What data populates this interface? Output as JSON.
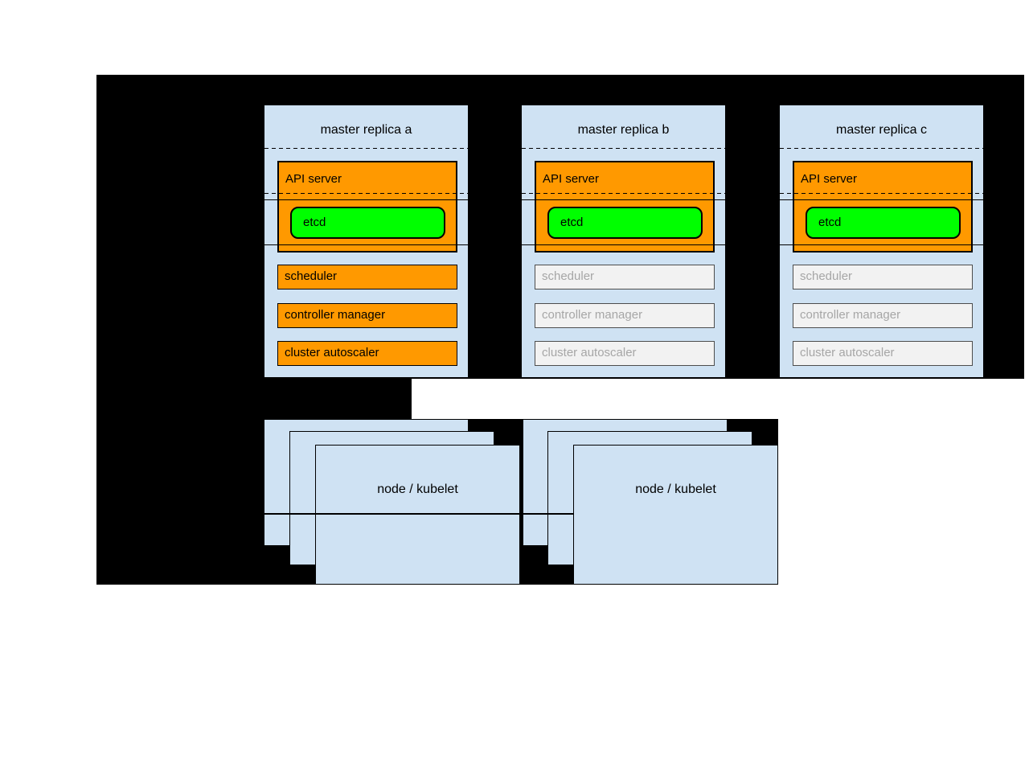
{
  "masters": [
    {
      "title": "master replica a",
      "api_server": "API server",
      "etcd": "etcd",
      "scheduler": "scheduler",
      "controller_manager": "controller manager",
      "cluster_autoscaler": "cluster autoscaler",
      "active": true
    },
    {
      "title": "master replica b",
      "api_server": "API server",
      "etcd": "etcd",
      "scheduler": "scheduler",
      "controller_manager": "controller manager",
      "cluster_autoscaler": "cluster autoscaler",
      "active": false
    },
    {
      "title": "master replica c",
      "api_server": "API server",
      "etcd": "etcd",
      "scheduler": "scheduler",
      "controller_manager": "controller manager",
      "cluster_autoscaler": "cluster autoscaler",
      "active": false
    }
  ],
  "nodes": [
    {
      "label": "node / kubelet"
    },
    {
      "label": "node / kubelet"
    }
  ],
  "colors": {
    "background_black": "#000000",
    "replica_fill": "#cfe2f3",
    "active_component_fill": "#ff9900",
    "etcd_fill": "#00ff00",
    "inactive_component_fill": "#f2f2f2",
    "inactive_component_text": "#a6a6a6",
    "line_color": "#000000"
  }
}
